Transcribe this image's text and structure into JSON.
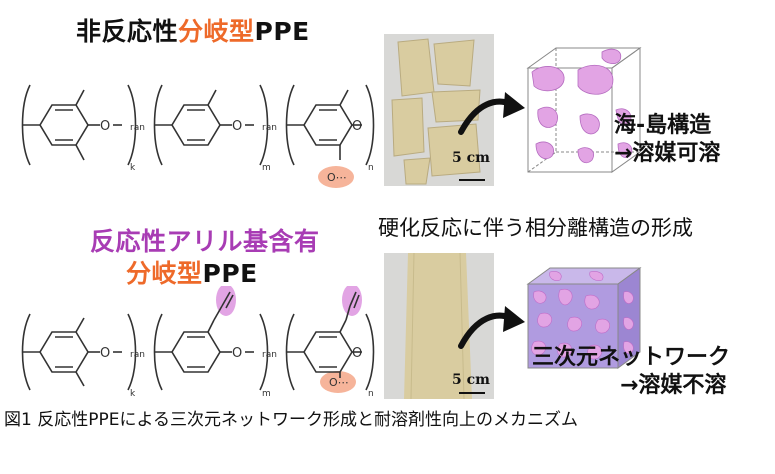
{
  "panels": {
    "top": {
      "title_black": "非反応性",
      "title_orange": "分岐型",
      "title_end": "PPE",
      "result_line1": "海-島構造",
      "result_line2": "→溶媒可溶",
      "scale": "5 cm"
    },
    "middle": {
      "description": "硬化反応に伴う相分離構造の形成"
    },
    "bottom": {
      "title_line1": "反応性アリル基含有",
      "title_orange": "分岐型",
      "title_end": "PPE",
      "result_line1": "三次元ネットワーク",
      "result_line2": "→溶媒不溶",
      "scale": "5 cm"
    }
  },
  "chem": {
    "ran": "ran",
    "oxygen": "O",
    "sub_k": "k",
    "sub_m": "m",
    "sub_n": "n",
    "ether": "O⋯"
  },
  "caption": "図1 反応性PPEによる三次元ネットワーク形成と耐溶剤性向上のメカニズム",
  "colors": {
    "orange": "#ee6a2a",
    "purple": "#a83cb4",
    "highlight_orange": "#f6b49a",
    "highlight_purple": "#e2a4e4",
    "film": "#d9ccA0",
    "network": "#b09be0"
  }
}
